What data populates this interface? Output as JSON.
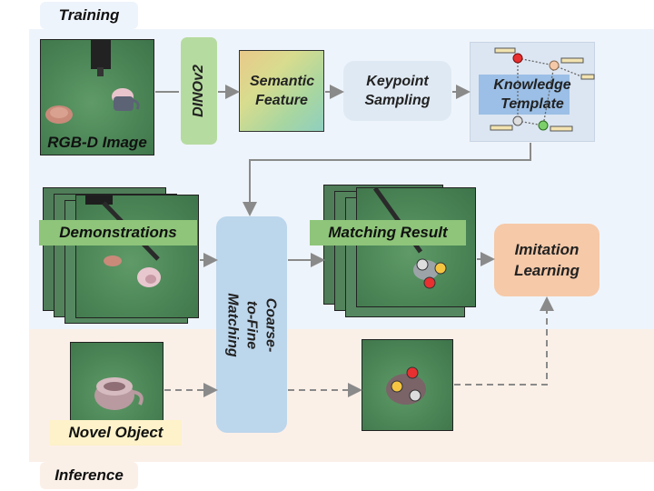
{
  "stages": {
    "training": "Training",
    "inference": "Inference"
  },
  "nodes": {
    "rgbd": "RGB-D Image",
    "dino": "DINOv2",
    "semantic": "Semantic Feature",
    "keypoint": "Keypoint Sampling",
    "knowledge": "Knowledge Template",
    "demonstrations": "Demonstrations",
    "matching_module": "Coarse-to-Fine Matching",
    "matching_result": "Matching Result",
    "imitation": "Imitation Learning",
    "novel": "Novel Object"
  },
  "colors": {
    "training_bg": "#eef4fb",
    "inference_bg": "#fbf0e8",
    "dino_green": "#b6dba0",
    "keypoint_blue": "#dfe9f3",
    "matching_blue": "#bcd6ec",
    "imitation_orange": "#f6c9a8",
    "label_green": "#8ec57a",
    "novel_yellow": "#fdf2c9",
    "arrow_gray": "#8a8a8a"
  }
}
